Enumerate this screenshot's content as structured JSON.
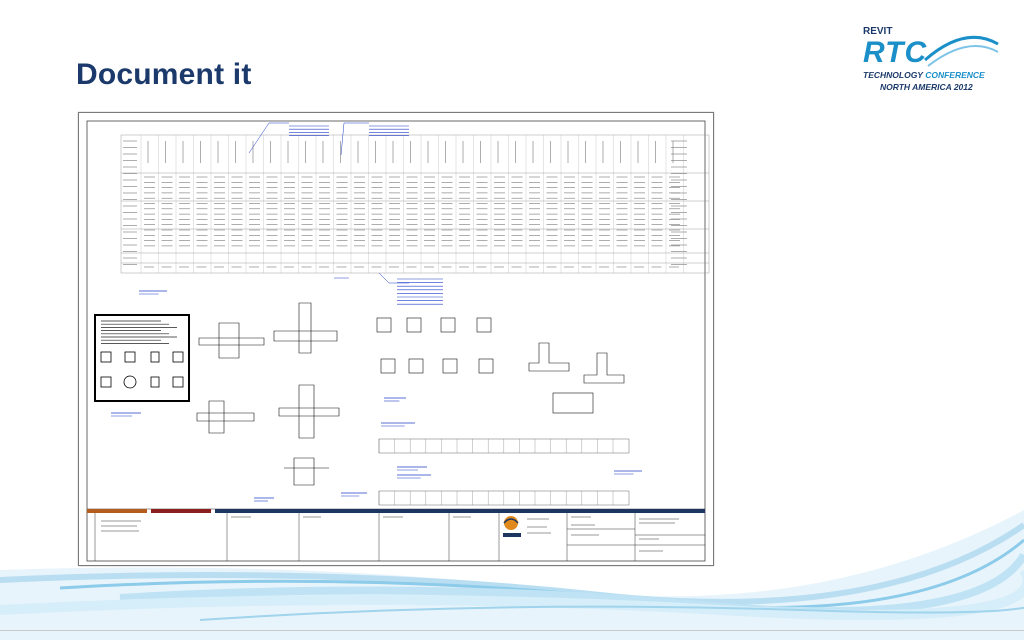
{
  "slide": {
    "title": "Document it"
  },
  "logo": {
    "line1": "REVIT",
    "line2": "RTC",
    "line3a": "TECHNOLOGY ",
    "line3b": "CONFERENCE",
    "line4": "NORTH AMERICA 2012"
  },
  "colors": {
    "title": "#1b3a6b",
    "accent": "#1a8fc8",
    "drawing_blue": "#1f3ec9"
  }
}
